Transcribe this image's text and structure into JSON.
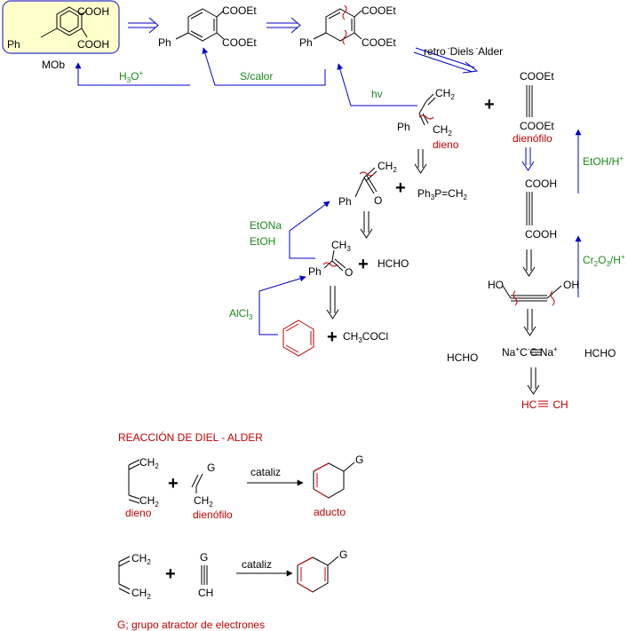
{
  "synthesis": {
    "start_label": "MOb",
    "cooh": "COOH",
    "cooet": "COOEt",
    "ph": "Ph",
    "ph3p": "Ph",
    "ph3p_sub": "3",
    "ph3p_rest": "P=CH",
    "ph3p_sub2": "2",
    "ch2": "CH",
    "ch2_sub": "2",
    "ch3": "CH",
    "ch3_sub": "3",
    "o": "O",
    "ho": "HO",
    "oh": "OH",
    "hcho": "HCHO",
    "ch3cocl": "CH",
    "ch3cocl_sub": "3",
    "ch3cocl_rest": "COCl",
    "na": "Na",
    "c_triple": "C",
    "acetylene": "HC",
    "acetylene_rest": "CH",
    "dieno": "dieno",
    "dienofilo": "dienófilo",
    "retro_da": "retro",
    "retro_da_rest": "Diels",
    "retro_da_end": "Alder",
    "reagents": {
      "h3o": "H",
      "h3o_sub": "3",
      "h3o_rest": "O",
      "s_calor": "S/calor",
      "hv": "hv",
      "etoh_h": "EtOH/H",
      "cr2o3": "Cr",
      "cr2o3_sub": "2",
      "cr2o3_mid": "O",
      "cr2o3_sub2": "3",
      "cr2o3_rest": "/H",
      "etona": "EtONa",
      "etoh": "EtOH",
      "alcl": "AlCl",
      "alcl_sub": "3"
    }
  },
  "diels_alder": {
    "title": "REACCIÓN DE DIEL - ALDER",
    "g": "G",
    "cataliz": "cataliz",
    "dieno": "dieno",
    "dienofilo": "dienófilo",
    "aducto": "aducto",
    "ch": "CH",
    "footnote": "G; grupo atractor de electrones"
  },
  "colors": {
    "highlight_fill": "#ffffcc",
    "highlight_stroke": "#3333cc",
    "reagent": "#1a8a1a",
    "label_red": "#c00000",
    "arrow_blue": "#0000cc"
  }
}
